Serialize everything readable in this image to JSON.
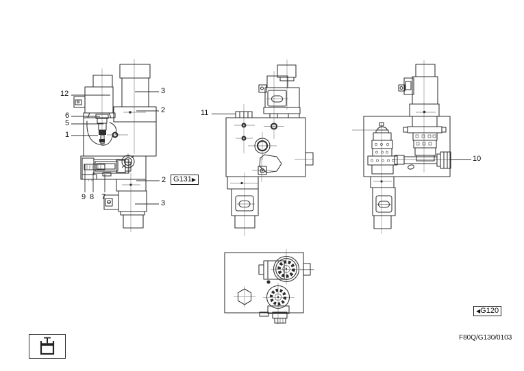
{
  "callouts": [
    {
      "label": "12"
    },
    {
      "label": "6"
    },
    {
      "label": "5"
    },
    {
      "label": "1"
    },
    {
      "label": "3"
    },
    {
      "label": "2"
    },
    {
      "label": "9"
    },
    {
      "label": "8"
    },
    {
      "label": "7"
    },
    {
      "label": "2"
    },
    {
      "label": "3"
    },
    {
      "label": "11"
    },
    {
      "label": "10"
    }
  ],
  "references": {
    "g131": {
      "label": "G131",
      "arrow": "▶"
    },
    "g120": {
      "label": "G120",
      "arrow": "◀"
    }
  },
  "footer": {
    "drawing_code": "F80Q/G130/0103"
  },
  "legend": {
    "icon": "piston-cylinder-icon"
  },
  "colors": {
    "line": "#2d2d2d",
    "text": "#111111",
    "background": "#ffffff"
  }
}
